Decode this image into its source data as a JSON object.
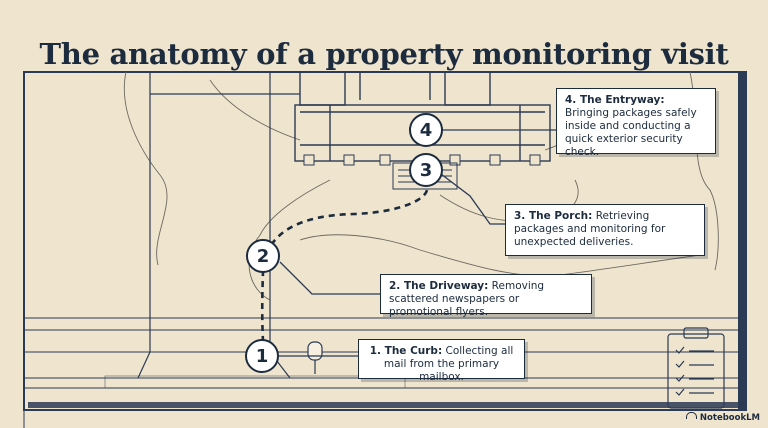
{
  "title": "The anatomy of a property monitoring visit",
  "steps": [
    {
      "number": "1",
      "heading": "1. The Curb:",
      "text": " Collecting all mail from the primary mailbox."
    },
    {
      "number": "2",
      "heading": "2. The Driveway:",
      "text": " Removing scattered newspapers or promotional flyers."
    },
    {
      "number": "3",
      "heading": "3. The Porch:",
      "text": " Retrieving packages and monitoring for unexpected deliveries."
    },
    {
      "number": "4",
      "heading": "4. The Entryway:",
      "text": " Bringing packages safely inside and conducting a quick exterior security check."
    }
  ],
  "brand": "NotebookLM",
  "colors": {
    "background": "#efe4cd",
    "ink": "#1c2b3e",
    "accent": "#2b3a55"
  }
}
